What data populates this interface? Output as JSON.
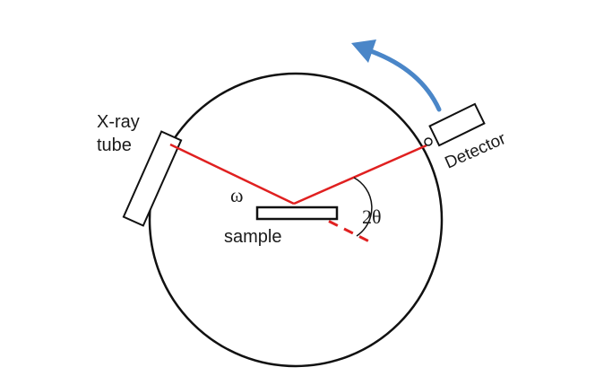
{
  "labels": {
    "xray_line1": "X-ray",
    "xray_line2": "tube",
    "detector": "Detector",
    "omega": "ω",
    "two_theta": "2θ",
    "sample": "sample"
  },
  "colors": {
    "beam": "#e02020",
    "arrow": "#4a86c8",
    "outline": "#111111"
  }
}
